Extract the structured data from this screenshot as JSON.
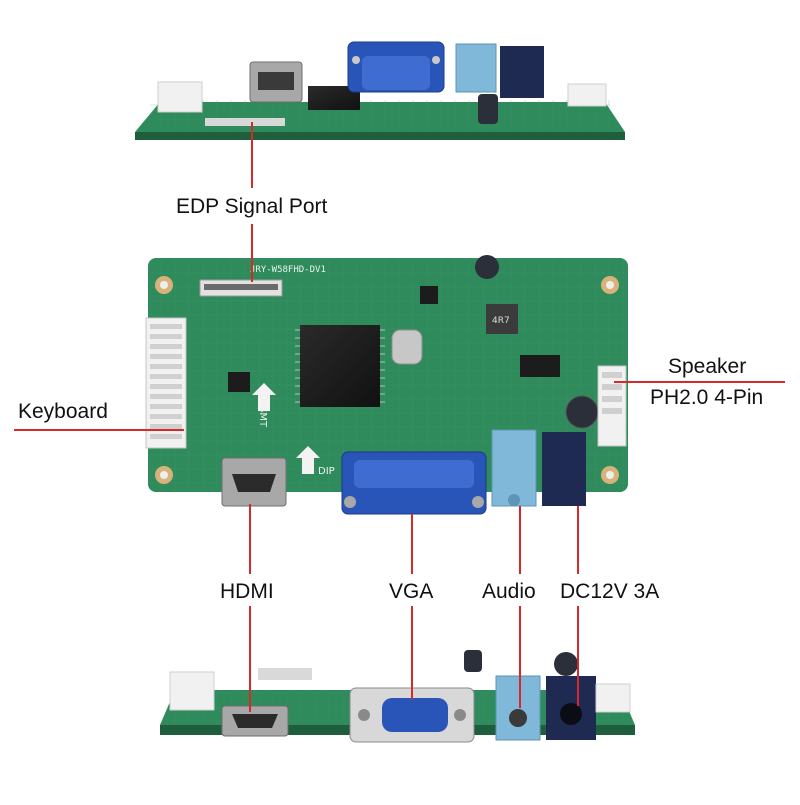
{
  "labels": {
    "edp": "EDP Signal Port",
    "keyboard": "Keyboard",
    "speaker": "Speaker",
    "speaker_sub": "PH2.0 4-Pin",
    "hdmi": "HDMI",
    "vga": "VGA",
    "audio": "Audio",
    "dc": "DC12V 3A"
  },
  "board_markings": {
    "model": "JRY-W58FHD-DV1",
    "smt": "SMT",
    "dip": "DIP",
    "inductor": "4R7"
  },
  "colors": {
    "pcb": "#2f8a5c",
    "pcb_dark": "#246f49",
    "leader_line": "#d62a2a",
    "vga_blue": "#2a55b8",
    "audio_blue": "#7fb8d8",
    "dc_jack": "#1e2a52",
    "connector_white": "#f1f1f1"
  }
}
